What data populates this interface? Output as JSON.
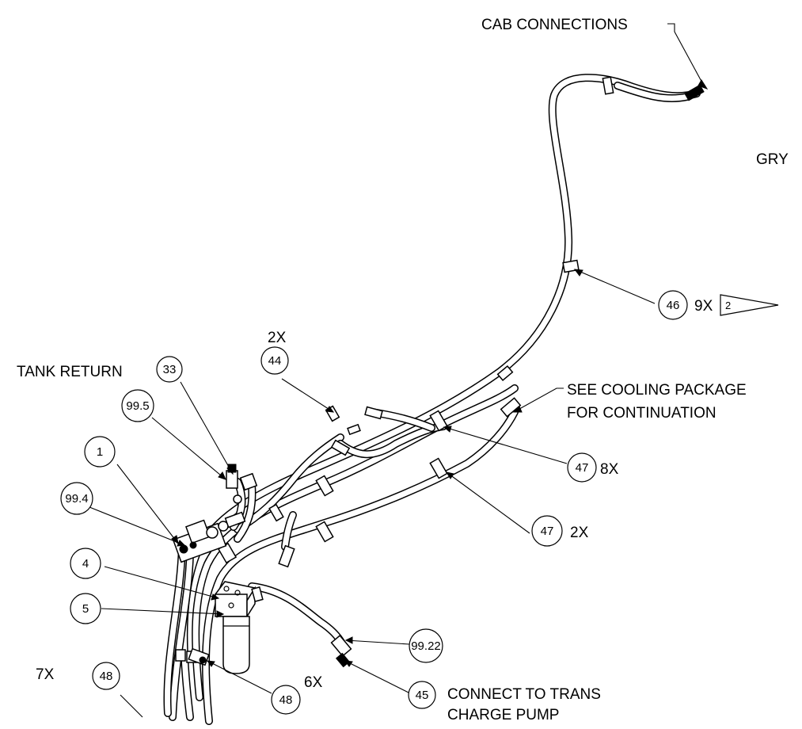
{
  "labels": {
    "cab_connections": "CAB CONNECTIONS",
    "gry": "GRY",
    "tank_return": "TANK RETURN",
    "see_cooling_line1": "SEE COOLING PACKAGE",
    "see_cooling_line2": "FOR CONTINUATION",
    "connect_line1": "CONNECT TO TRANS",
    "connect_line2": "CHARGE PUMP"
  },
  "balloons": {
    "b33": "33",
    "b99_5": "99.5",
    "b1": "1",
    "b99_4": "99.4",
    "b4": "4",
    "b5": "5",
    "b48_left": "48",
    "b44": "44",
    "b46": "46",
    "b47_top": "47",
    "b47_bottom": "47",
    "b99_22": "99.22",
    "b45": "45",
    "b48_bottom": "48"
  },
  "quantities": {
    "q44": "2X",
    "q46": "9X",
    "q47_top": "8X",
    "q47_bottom": "2X",
    "q48_left": "7X",
    "q48_bottom": "6X"
  },
  "flag_note": "2"
}
